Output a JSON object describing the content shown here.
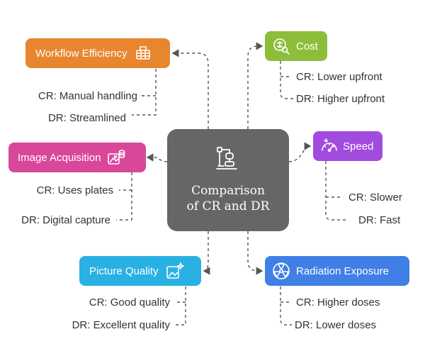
{
  "center": {
    "title_line1": "Comparison",
    "title_line2": "of CR and DR",
    "icon": "robot-arm-icon"
  },
  "topics": {
    "workflow": {
      "label": "Workflow Efficiency",
      "color": "#E8862F",
      "icon": "tray-grid-icon",
      "items": [
        "CR: Manual handling",
        "DR: Streamlined"
      ]
    },
    "acquisition": {
      "label": "Image Acquisition",
      "color": "#D8479A",
      "icon": "image-database-icon",
      "items": [
        "CR: Uses plates",
        "DR: Digital capture"
      ]
    },
    "quality": {
      "label": "Picture Quality",
      "color": "#29B1E4",
      "icon": "image-sparkle-icon",
      "items": [
        "CR: Good quality",
        "DR: Excellent quality"
      ]
    },
    "cost": {
      "label": "Cost",
      "color": "#8DBE3A",
      "icon": "coin-search-icon",
      "items": [
        "CR: Lower upfront",
        "DR: Higher upfront"
      ]
    },
    "speed": {
      "label": "Speed",
      "color": "#A24CDF",
      "icon": "speedometer-icon",
      "items": [
        "CR: Slower",
        "DR: Fast"
      ]
    },
    "radiation": {
      "label": "Radiation Exposure",
      "color": "#3F7FE6",
      "icon": "radiation-icon",
      "items": [
        "CR: Higher doses",
        "DR: Lower doses"
      ]
    }
  },
  "colors": {
    "center": "#666666",
    "connector": "#555555",
    "text": "#333333"
  }
}
